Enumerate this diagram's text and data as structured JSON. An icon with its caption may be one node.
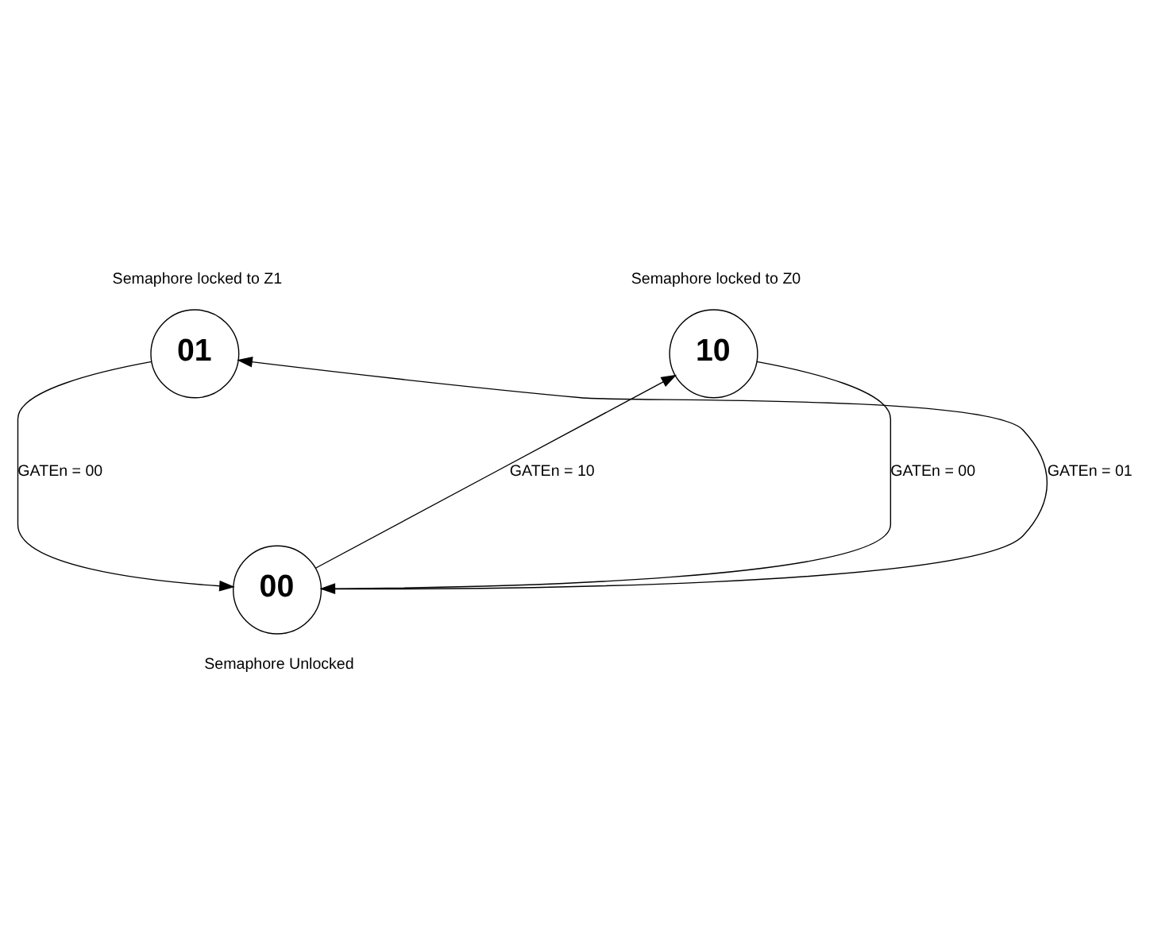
{
  "diagram": {
    "nodes": [
      {
        "text": [
          "01"
        ],
        "beside": [
          "Semaphore locked to Z1"
        ]
      },
      {
        "text": [
          "10"
        ],
        "beside": [
          "Semaphore locked to Z0"
        ]
      },
      {
        "text": [
          "00"
        ],
        "beside": [
          "Semaphore Unlocked"
        ]
      }
    ],
    "edges": [
      {
        "from": 0,
        "to": 2,
        "arrow": "to",
        "label": "GATEn = 00"
      },
      {
        "from": 1,
        "to": 2,
        "arrow": "to",
        "label": "GATEn = 00"
      },
      {
        "from": 2,
        "to": 0,
        "arrow": "to",
        "label": "GATEn = 01"
      },
      {
        "from": 2,
        "to": 1,
        "arrow": "to",
        "label": "GATEn = 10"
      }
    ]
  }
}
